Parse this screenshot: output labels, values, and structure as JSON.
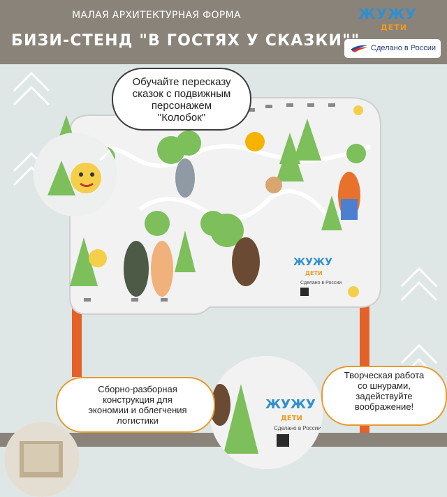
{
  "header": {
    "subtitle": "МАЛАЯ АРХИТЕКТУРНАЯ ФОРМА",
    "title": "БИЗИ-СТЕНД \"В ГОСТЯХ У СКАЗКИ\"\"",
    "header_color": "#8a8379"
  },
  "logo": {
    "word": "ЖУЖУ",
    "sub": "ДЕТИ",
    "made_in": "Сделано в России"
  },
  "callouts": {
    "top": [
      "Обучайте пересказу",
      "сказок с подвижным",
      "персонажем",
      "\"Колобок\""
    ],
    "bottom_left": [
      "Сборно-разборная",
      "конструкция для",
      "экономии и облегчения",
      "логистики"
    ],
    "bottom_right": [
      "Творческая работа",
      "со шнурами,",
      "задействуйте",
      "воображение!"
    ]
  },
  "board": {
    "logo_word": "ЖУЖУ",
    "logo_sub": "ДЕТИ",
    "made_in": "Сделано в России"
  },
  "colors": {
    "accent": "#f29a1d",
    "stand": "#e4622a",
    "tree": "#7cbf5b",
    "bg": "#dfe6e6"
  }
}
